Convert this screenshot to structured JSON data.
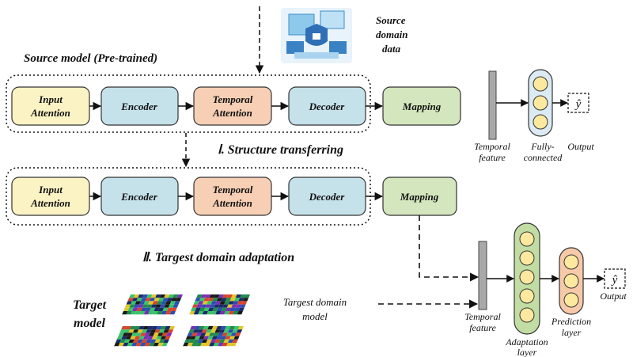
{
  "source_model_title": "Source model (Pre-trained)",
  "source_domain_data": [
    "Source",
    "domain",
    "data"
  ],
  "blocks_row1": {
    "input_attention": [
      "Input",
      "Attention"
    ],
    "encoder": "Encoder",
    "temporal_attention": [
      "Temporal",
      "Attention"
    ],
    "decoder": "Decoder",
    "mapping": "Mapping"
  },
  "blocks_row2": {
    "input_attention": [
      "Input",
      "Attention"
    ],
    "encoder": "Encoder",
    "temporal_attention": [
      "Temporal",
      "Attention"
    ],
    "decoder": "Decoder",
    "mapping": "Mapping"
  },
  "step1": "Ⅰ. Structure transferring",
  "step2": "Ⅱ. Targest domain adaptation",
  "head_top": {
    "temporal_feature": [
      "Temporal",
      "feature"
    ],
    "fully_connected": [
      "Fully-",
      "connected"
    ],
    "output": "Output",
    "y_hat": "ŷ"
  },
  "head_bottom": {
    "temporal_feature": [
      "Temporal",
      "feature"
    ],
    "adaptation_layer": [
      "Adaptation",
      "layer"
    ],
    "prediction_layer": [
      "Prediction",
      "layer"
    ],
    "output": "Output",
    "y_hat": "ŷ"
  },
  "target_model": [
    "Target",
    "model"
  ],
  "targest_domain_model": [
    "Targest domain",
    "model"
  ],
  "colors": {
    "input_attention": "#fbf3c4",
    "encoder": "#c5e1ea",
    "temporal_attention": "#f7cfb4",
    "decoder": "#c5e1ea",
    "mapping": "#d4e6bd",
    "fc_layer": "#dcebf3",
    "adaptation_layer": "#c2dda4",
    "prediction_layer": "#f6caa9",
    "neuron": "#fde8a0"
  }
}
